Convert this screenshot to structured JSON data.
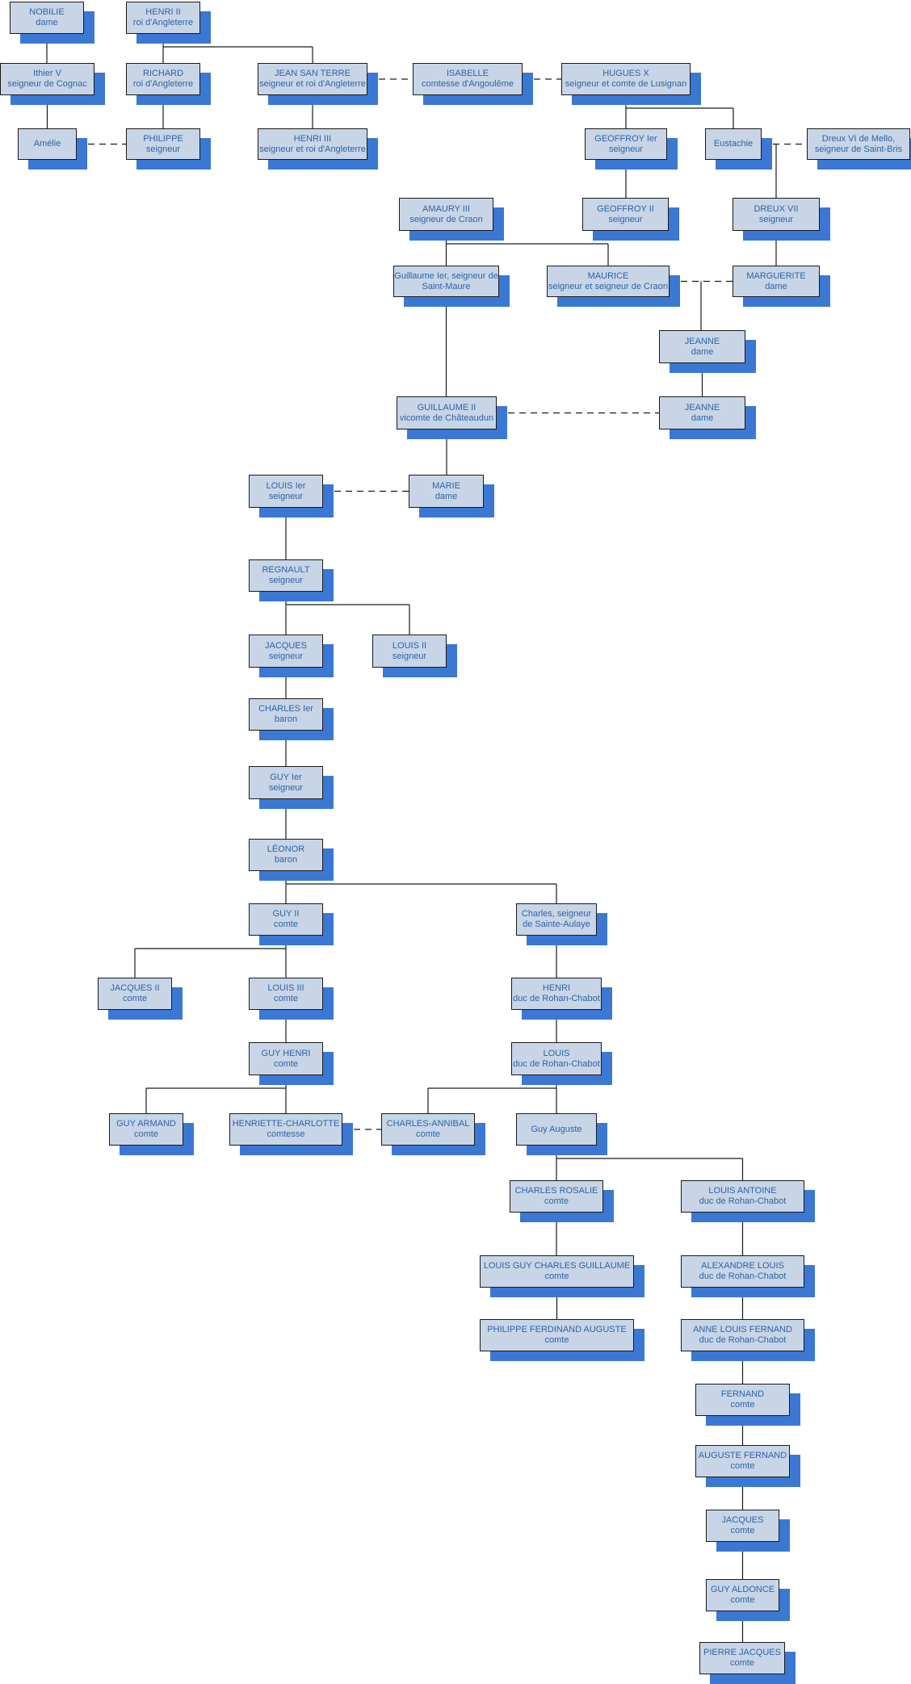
{
  "colors": {
    "box_fill": "#c7d5e6",
    "shadow": "#3a78d4",
    "text": "#2f63a8",
    "line": "#1a1a1a"
  },
  "nodes": [
    {
      "id": "nobilie",
      "l1": "NOBILIE",
      "l2": "dame"
    },
    {
      "id": "henri2",
      "l1": "HENRI II",
      "l2": "roi d'Angleterre"
    },
    {
      "id": "ithier5",
      "l1": "Ithier V",
      "l2": "seigneur de Cognac"
    },
    {
      "id": "richard",
      "l1": "RICHARD",
      "l2": "roi d'Angleterre"
    },
    {
      "id": "jeansansterre",
      "l1": "JEAN SAN TERRE",
      "l2": "seigneur et roi d'Angleterre"
    },
    {
      "id": "isabelle",
      "l1": "ISABELLE",
      "l2": "comtesse d'Angoulême"
    },
    {
      "id": "huguesx",
      "l1": "HUGUES X",
      "l2": "seigneur et comte de Lusignan"
    },
    {
      "id": "amelie",
      "l1": "Amélie",
      "l2": ""
    },
    {
      "id": "philippe",
      "l1": "PHILIPPE",
      "l2": "seigneur"
    },
    {
      "id": "henri3",
      "l1": "HENRI III",
      "l2": "seigneur et roi d'Angleterre"
    },
    {
      "id": "geoffroy1",
      "l1": "GEOFFROY Ier",
      "l2": "seigneur"
    },
    {
      "id": "eustachie",
      "l1": "Eustachie",
      "l2": ""
    },
    {
      "id": "dreux6",
      "l1": "Dreux VI de Mello,",
      "l2": "seigneur de Saint-Bris"
    },
    {
      "id": "amaury3",
      "l1": "AMAURY III",
      "l2": "seigneur de Craon"
    },
    {
      "id": "geoffroy2",
      "l1": "GEOFFROY II",
      "l2": "seigneur"
    },
    {
      "id": "dreux7",
      "l1": "DREUX VII",
      "l2": "seigneur"
    },
    {
      "id": "guillaume1",
      "l1": "Guillaume Ier, seigneur de",
      "l2": "Saint-Maure"
    },
    {
      "id": "maurice",
      "l1": "MAURICE",
      "l2": "seigneur et seigneur de Craon"
    },
    {
      "id": "marguerite",
      "l1": "MARGUERITE",
      "l2": "dame"
    },
    {
      "id": "jeanne1",
      "l1": "JEANNE",
      "l2": "dame"
    },
    {
      "id": "guillaume2",
      "l1": "GUILLAUME II",
      "l2": "vicomte de Châteaudun"
    },
    {
      "id": "jeanne2",
      "l1": "JEANNE",
      "l2": "dame"
    },
    {
      "id": "louis1",
      "l1": "LOUIS Ier",
      "l2": "seigneur"
    },
    {
      "id": "marie",
      "l1": "MARIE",
      "l2": "dame"
    },
    {
      "id": "regnault",
      "l1": "REGNAULT",
      "l2": "seigneur"
    },
    {
      "id": "jacques",
      "l1": "JACQUES",
      "l2": "seigneur"
    },
    {
      "id": "louis2",
      "l1": "LOUIS II",
      "l2": "seigneur"
    },
    {
      "id": "charles1",
      "l1": "CHARLES Ier",
      "l2": "baron"
    },
    {
      "id": "guy1",
      "l1": "GUY Ier",
      "l2": "seigneur"
    },
    {
      "id": "leonor",
      "l1": "LÉONOR",
      "l2": "baron"
    },
    {
      "id": "guy2",
      "l1": "GUY II",
      "l2": "comte"
    },
    {
      "id": "charlesaulaye",
      "l1": "Charles, seigneur",
      "l2": "de Sainte-Aulaye"
    },
    {
      "id": "jacques2",
      "l1": "JACQUES II",
      "l2": "comte"
    },
    {
      "id": "louis3",
      "l1": "LOUIS III",
      "l2": "comte"
    },
    {
      "id": "henrirc",
      "l1": "HENRI",
      "l2": "duc de Rohan-Chabot"
    },
    {
      "id": "guyhenri",
      "l1": "GUY HENRI",
      "l2": "comte"
    },
    {
      "id": "louisrc",
      "l1": "LOUIS",
      "l2": "duc de Rohan-Chabot"
    },
    {
      "id": "guyarmand",
      "l1": "GUY ARMAND",
      "l2": "comte"
    },
    {
      "id": "henriette",
      "l1": "HENRIETTE-CHARLOTTE",
      "l2": "comtesse"
    },
    {
      "id": "charlesannibal",
      "l1": "CHARLES-ANNIBAL",
      "l2": "comte"
    },
    {
      "id": "guyauguste",
      "l1": "Guy Auguste",
      "l2": ""
    },
    {
      "id": "charlesrosalie",
      "l1": "CHARLES ROSALIE",
      "l2": "comte"
    },
    {
      "id": "louisantoine",
      "l1": "LOUIS ANTOINE",
      "l2": "duc de Rohan-Chabot"
    },
    {
      "id": "louisguy",
      "l1": "LOUIS GUY CHARLES GUILLAUME",
      "l2": "comte"
    },
    {
      "id": "alexandrelouis",
      "l1": "ALEXANDRE LOUIS",
      "l2": "duc de Rohan-Chabot"
    },
    {
      "id": "philippeferdinand",
      "l1": "PHILIPPE FERDINAND AUGUSTE",
      "l2": "comte"
    },
    {
      "id": "annelouis",
      "l1": "ANNE LOUIS FERNAND",
      "l2": "duc de Rohan-Chabot"
    },
    {
      "id": "fernand",
      "l1": "FERNAND",
      "l2": "comte"
    },
    {
      "id": "augustefernand",
      "l1": "AUGUSTE FERNAND",
      "l2": "comte"
    },
    {
      "id": "jacques3",
      "l1": "JACQUES",
      "l2": "comte"
    },
    {
      "id": "guyaldonce",
      "l1": "GUY ALDONCE",
      "l2": "comte"
    },
    {
      "id": "pierrejacques",
      "l1": "PIERRE JACQUES",
      "l2": "comte"
    }
  ],
  "marriages": [
    [
      "jeansansterre",
      "isabelle"
    ],
    [
      "isabelle",
      "huguesx"
    ],
    [
      "amelie",
      "philippe"
    ],
    [
      "eustachie",
      "dreux6"
    ],
    [
      "maurice",
      "marguerite"
    ],
    [
      "guillaume2",
      "jeanne2"
    ],
    [
      "louis1",
      "marie"
    ],
    [
      "henriette",
      "charlesannibal"
    ]
  ],
  "descent": [
    {
      "parent": "nobilie",
      "children": [
        "ithier5"
      ]
    },
    {
      "parent": "ithier5",
      "children": [
        "amelie"
      ]
    },
    {
      "parent": "henri2",
      "children": [
        "richard",
        "jeansansterre"
      ]
    },
    {
      "parent": "richard",
      "children": [
        "philippe"
      ]
    },
    {
      "parent": "jeansansterre",
      "children": [
        "henri3"
      ]
    },
    {
      "parent": "huguesx",
      "children": [
        "geoffroy1",
        "eustachie"
      ]
    },
    {
      "parent": "geoffroy1",
      "children": [
        "geoffroy2"
      ]
    },
    {
      "parent": "dreux7",
      "children": [
        "marguerite"
      ]
    },
    {
      "parent": "amaury3",
      "children": [
        "guillaume1",
        "maurice"
      ]
    },
    {
      "parent": "guillaume1",
      "children": [
        "guillaume2"
      ]
    },
    {
      "parent": "jeanne1",
      "children": [
        "jeanne2"
      ]
    },
    {
      "parent": "guillaume2",
      "children": [
        "marie"
      ]
    },
    {
      "parent": "louis1",
      "children": [
        "regnault"
      ]
    },
    {
      "parent": "regnault",
      "children": [
        "jacques",
        "louis2"
      ]
    },
    {
      "parent": "jacques",
      "children": [
        "charles1"
      ]
    },
    {
      "parent": "charles1",
      "children": [
        "guy1"
      ]
    },
    {
      "parent": "guy1",
      "children": [
        "leonor"
      ]
    },
    {
      "parent": "leonor",
      "children": [
        "guy2",
        "charlesaulaye"
      ]
    },
    {
      "parent": "guy2",
      "children": [
        "jacques2",
        "louis3"
      ]
    },
    {
      "parent": "louis3",
      "children": [
        "guyhenri"
      ]
    },
    {
      "parent": "guyhenri",
      "children": [
        "guyarmand",
        "henriette"
      ]
    },
    {
      "parent": "charlesaulaye",
      "children": [
        "henrirc"
      ]
    },
    {
      "parent": "henrirc",
      "children": [
        "louisrc"
      ]
    },
    {
      "parent": "louisrc",
      "children": [
        "charlesannibal",
        "guyauguste"
      ]
    },
    {
      "parent": "guyauguste",
      "children": [
        "charlesrosalie",
        "louisantoine"
      ]
    },
    {
      "parent": "charlesrosalie",
      "children": [
        "louisguy"
      ]
    },
    {
      "parent": "louisguy",
      "children": [
        "philippeferdinand"
      ]
    },
    {
      "parent": "louisantoine",
      "children": [
        "alexandrelouis"
      ]
    },
    {
      "parent": "alexandrelouis",
      "children": [
        "annelouis"
      ]
    },
    {
      "parent": "annelouis",
      "children": [
        "fernand"
      ]
    },
    {
      "parent": "fernand",
      "children": [
        "augustefernand"
      ]
    },
    {
      "parent": "augustefernand",
      "children": [
        "jacques3"
      ]
    },
    {
      "parent": "jacques3",
      "children": [
        "guyaldonce"
      ]
    },
    {
      "parent": "guyaldonce",
      "children": [
        "pierrejacques"
      ]
    }
  ],
  "special": [
    {
      "type": "spouse-descent",
      "a": "eustachie",
      "b": "dreux6",
      "child": "dreux7"
    },
    {
      "type": "spouse-descent",
      "a": "maurice",
      "b": "marguerite",
      "child": "jeanne1"
    }
  ]
}
